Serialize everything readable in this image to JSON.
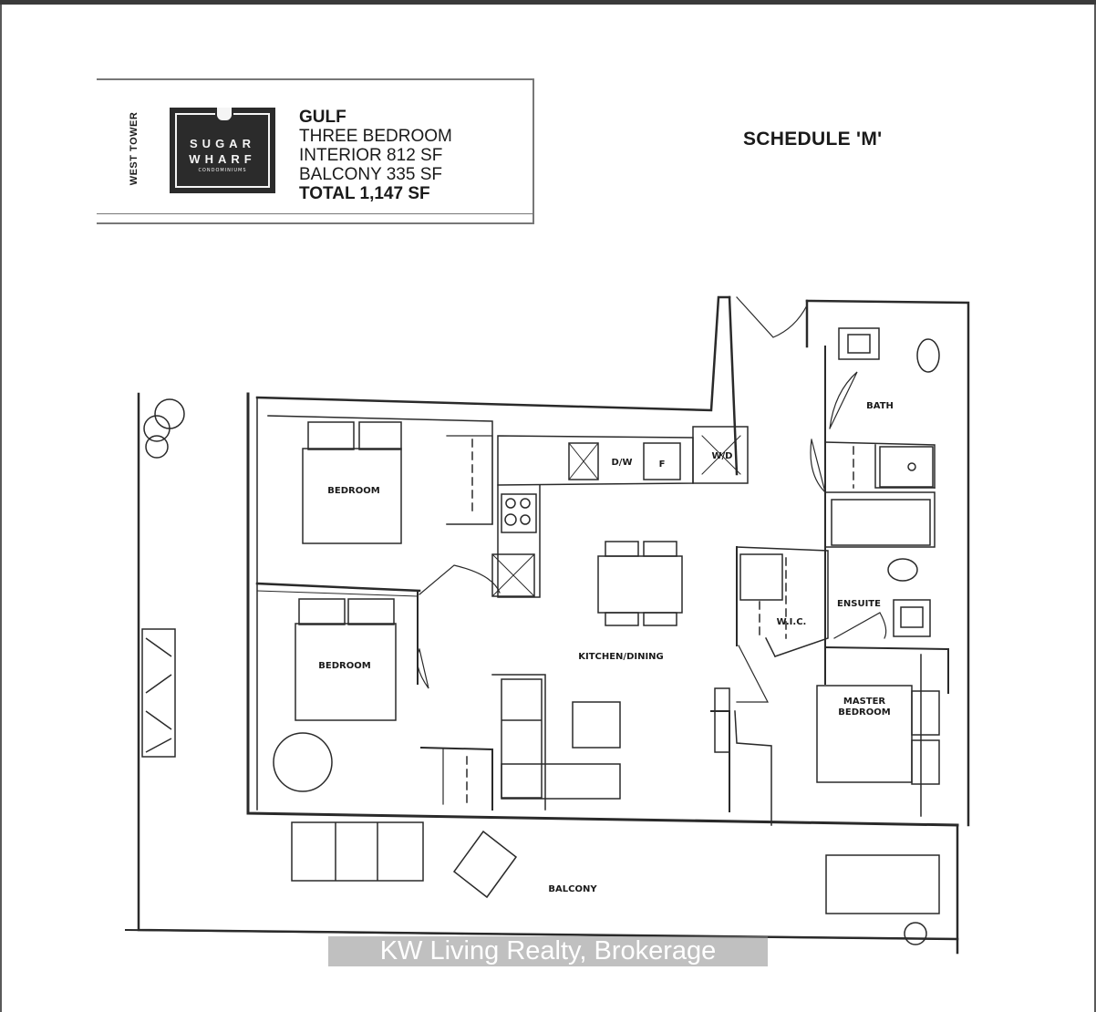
{
  "header": {
    "tower": "WEST TOWER",
    "logo_line1": "SUGAR",
    "logo_line2": "WHARF",
    "logo_line3": "CONDOMINIUMS",
    "model": "GULF",
    "bedrooms": "THREE BEDROOM",
    "interior": "INTERIOR 812 SF",
    "balcony": "BALCONY 335 SF",
    "total": "TOTAL 1,147 SF"
  },
  "schedule": "SCHEDULE 'M'",
  "rooms": {
    "bedroom_1": "BEDROOM",
    "bedroom_2": "BEDROOM",
    "kitchen_dining": "KITCHEN/DINING",
    "wic": "W.I.C.",
    "ensuite": "ENSUITE",
    "bath": "BATH",
    "master_line1": "MASTER",
    "master_line2": "BEDROOM",
    "balcony": "BALCONY",
    "dw": "D/W",
    "fridge": "F",
    "wd": "W/D"
  },
  "watermark": "KW Living Realty, Brokerage"
}
